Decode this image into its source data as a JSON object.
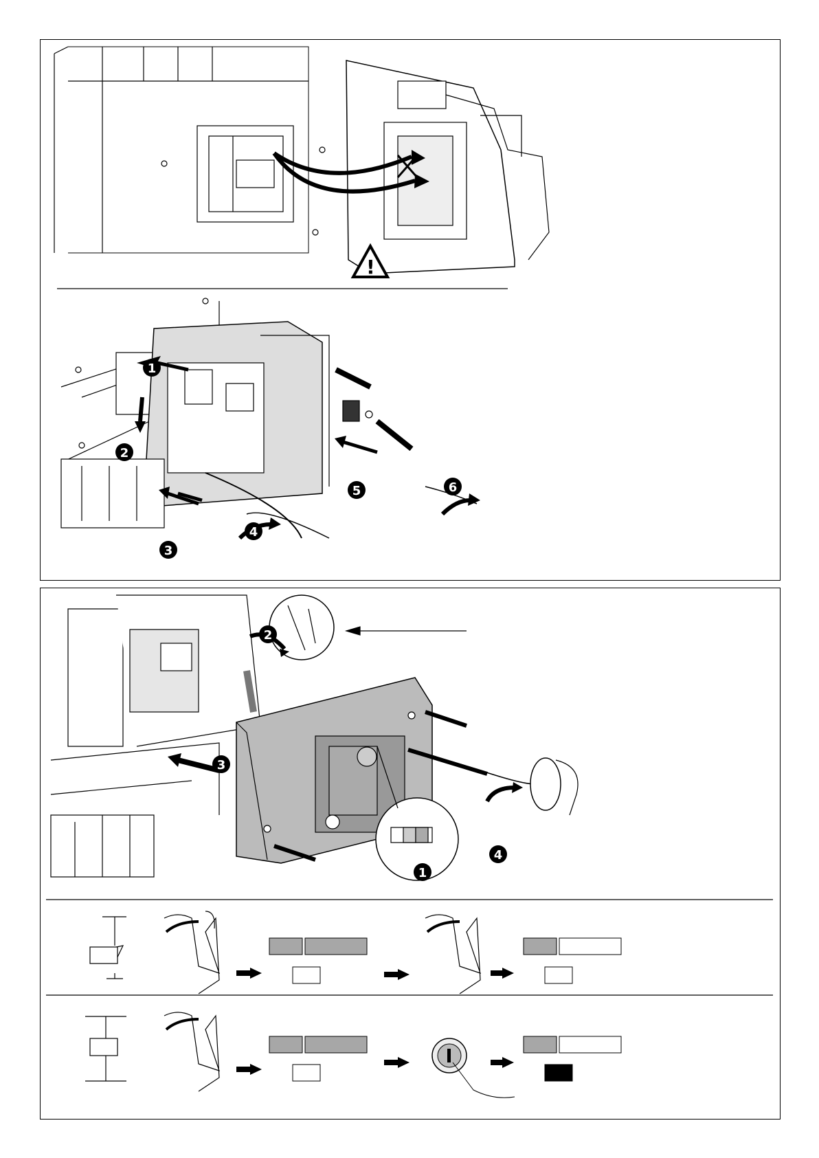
{
  "steps_top": [
    "1",
    "2",
    "3",
    "4",
    "5",
    "6"
  ],
  "steps_bottom": [
    "1",
    "2",
    "3",
    "4"
  ],
  "colors": {
    "grey": "#a7a7a7",
    "dark_grey": "#8c8c8c",
    "black": "#000000"
  }
}
